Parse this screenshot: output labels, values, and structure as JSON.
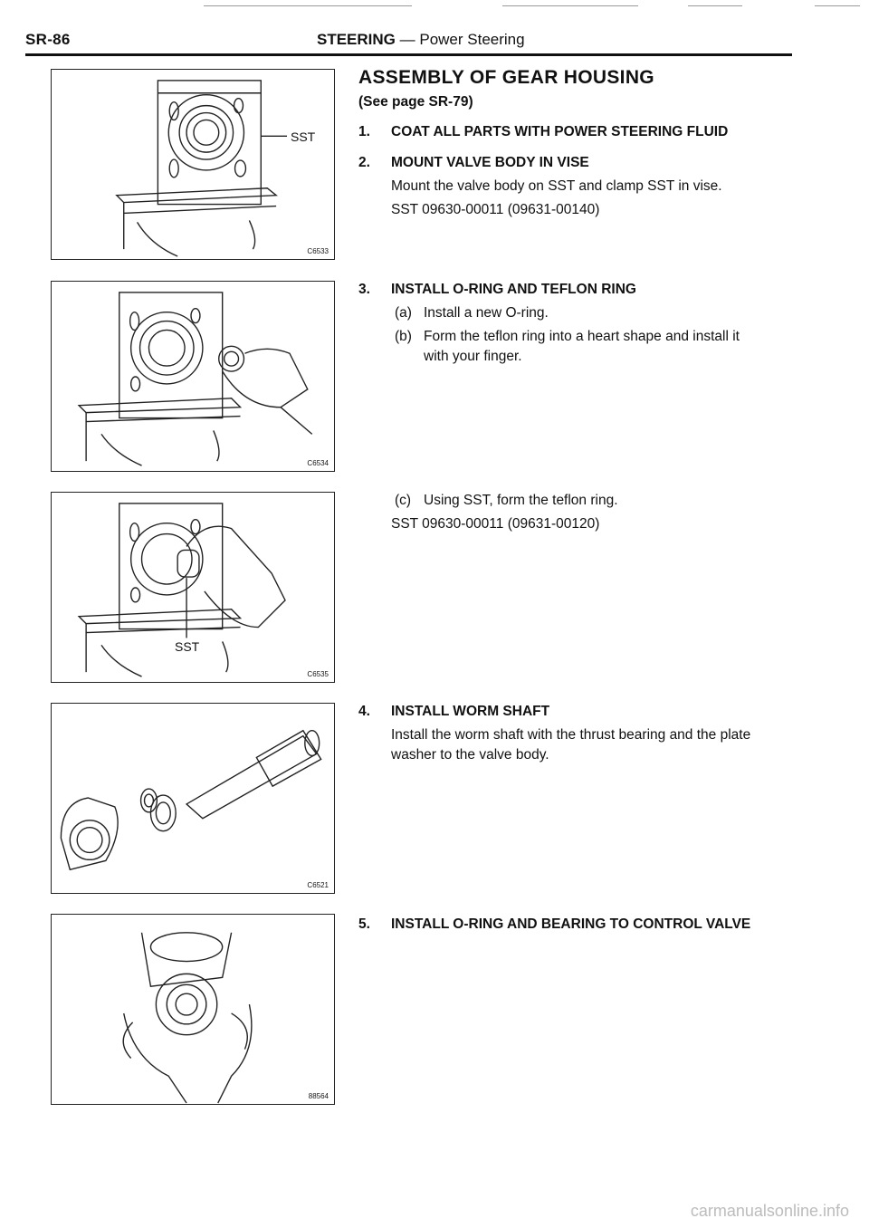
{
  "header": {
    "page_code": "SR-86",
    "section_bold": "STEERING",
    "section_rest": "— Power Steering"
  },
  "title": "ASSEMBLY OF GEAR HOUSING",
  "subref": "(See page SR-79)",
  "steps": {
    "s1": {
      "num": "1.",
      "heading": "COAT ALL PARTS WITH POWER STEERING FLUID"
    },
    "s2": {
      "num": "2.",
      "heading": "MOUNT VALVE BODY IN VISE",
      "line1": "Mount the valve body on SST and clamp SST in vise.",
      "line2": "SST 09630-00011 (09631-00140)"
    },
    "s3": {
      "num": "3.",
      "heading": "INSTALL O-RING AND TEFLON RING",
      "a_label": "(a)",
      "a_text": "Install a new O-ring.",
      "b_label": "(b)",
      "b_text1": "Form the teflon ring into a heart shape and install it",
      "b_text2": "with your finger.",
      "c_label": "(c)",
      "c_text": "Using SST, form the teflon ring.",
      "c_sst": "SST 09630-00011 (09631-00120)"
    },
    "s4": {
      "num": "4.",
      "heading": "INSTALL WORM SHAFT",
      "line1": "Install the worm shaft with the thrust bearing and the plate",
      "line2": "washer to the valve body."
    },
    "s5": {
      "num": "5.",
      "heading": "INSTALL O-RING AND BEARING TO CONTROL VALVE"
    }
  },
  "figures": {
    "f1": {
      "code": "C6533",
      "label": "SST"
    },
    "f2": {
      "code": "C6534"
    },
    "f3": {
      "code": "C6535",
      "label": "SST"
    },
    "f4": {
      "code": "C6521"
    },
    "f5": {
      "code": "88564"
    }
  },
  "watermark": "carmanualsonline.info"
}
